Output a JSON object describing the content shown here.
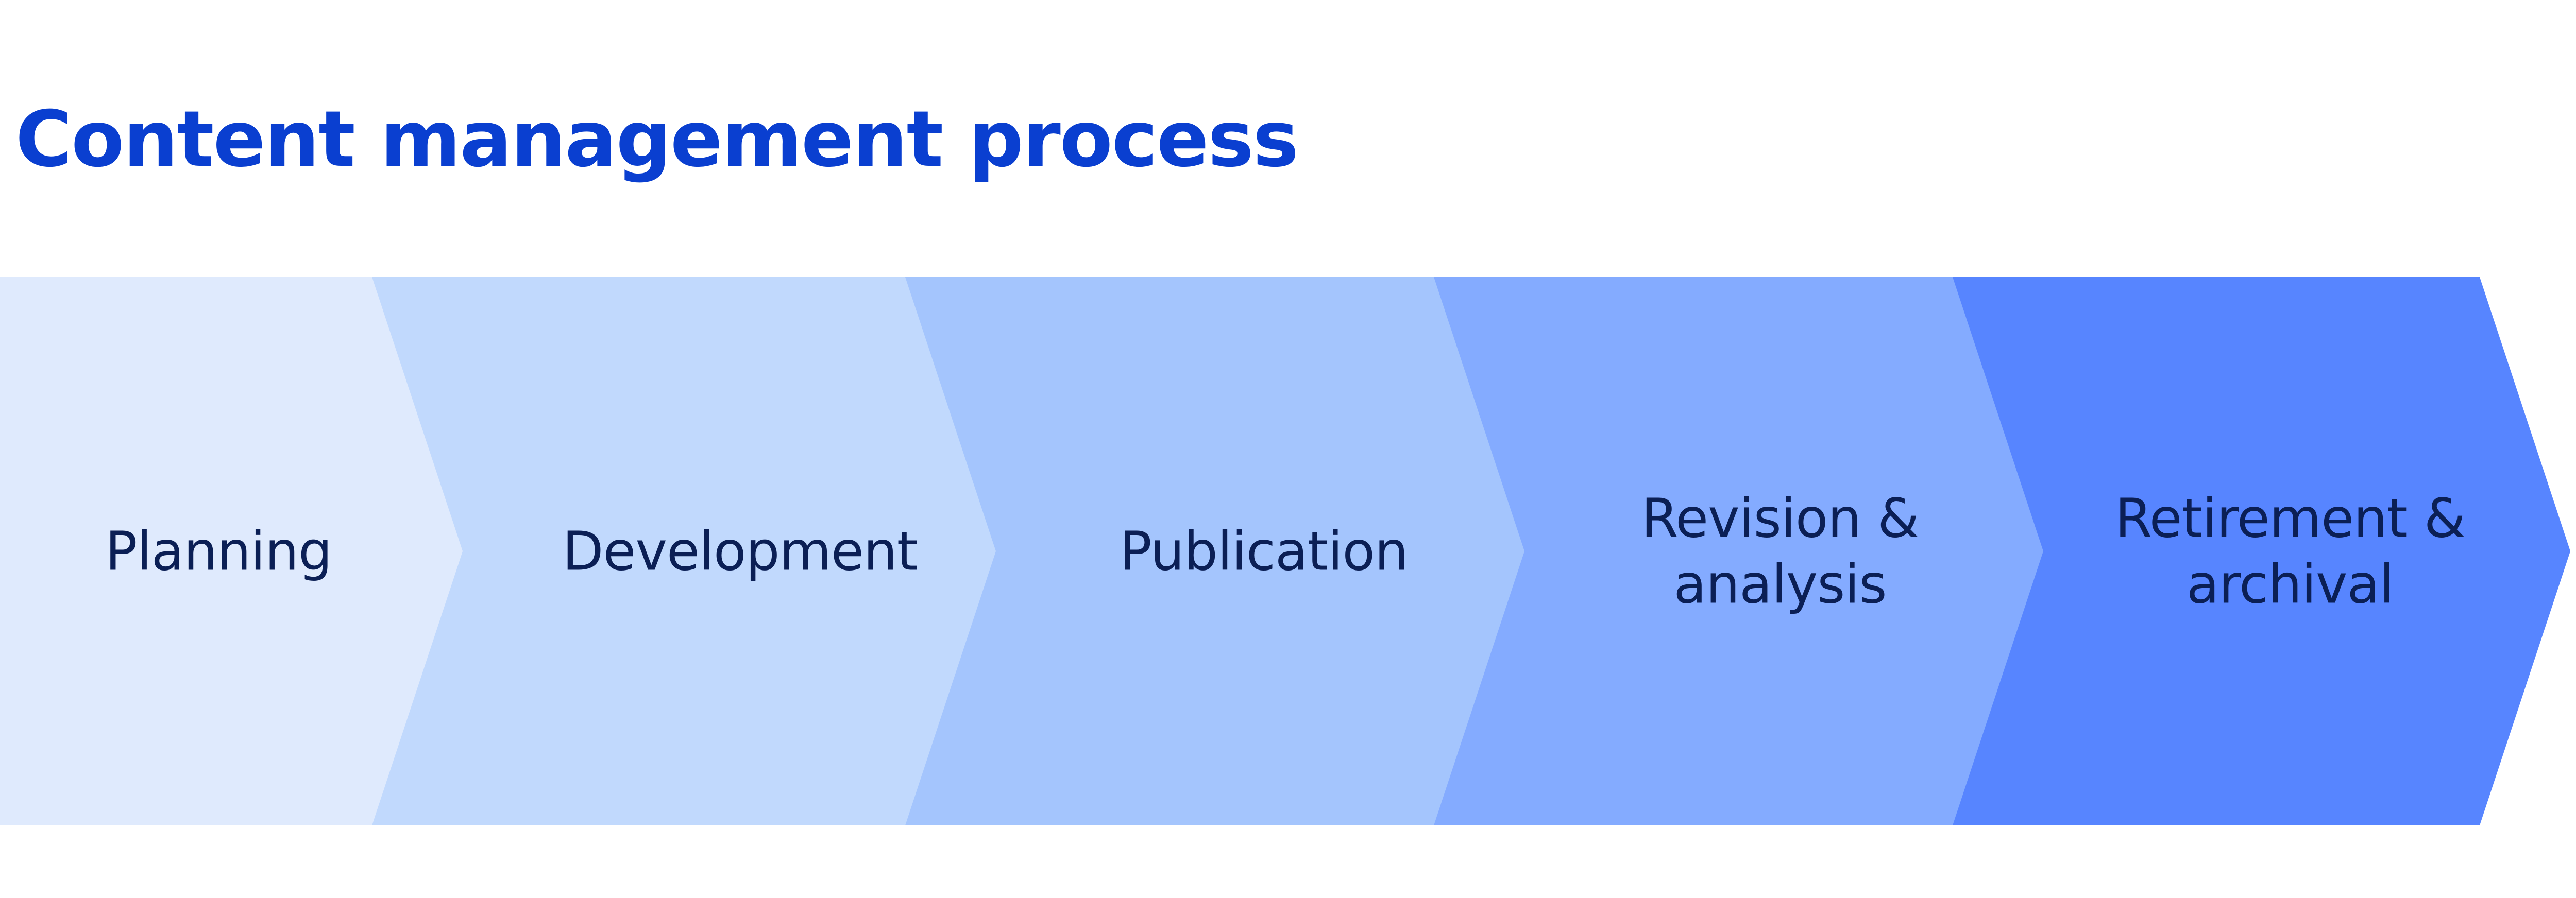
{
  "diagram": {
    "title": "Content management process",
    "title_color": "#0a3fd0",
    "label_color": "#0b1f55",
    "stages": [
      {
        "lines": [
          "Planning"
        ],
        "color": "#dfeafd"
      },
      {
        "lines": [
          "Development"
        ],
        "color": "#c1d9fd"
      },
      {
        "lines": [
          "Publication"
        ],
        "color": "#a4c5fd"
      },
      {
        "lines": [
          "Revision &",
          "analysis"
        ],
        "color": "#84abff"
      },
      {
        "lines": [
          "Retirement &",
          "archival"
        ],
        "color": "#5785ff"
      }
    ]
  }
}
